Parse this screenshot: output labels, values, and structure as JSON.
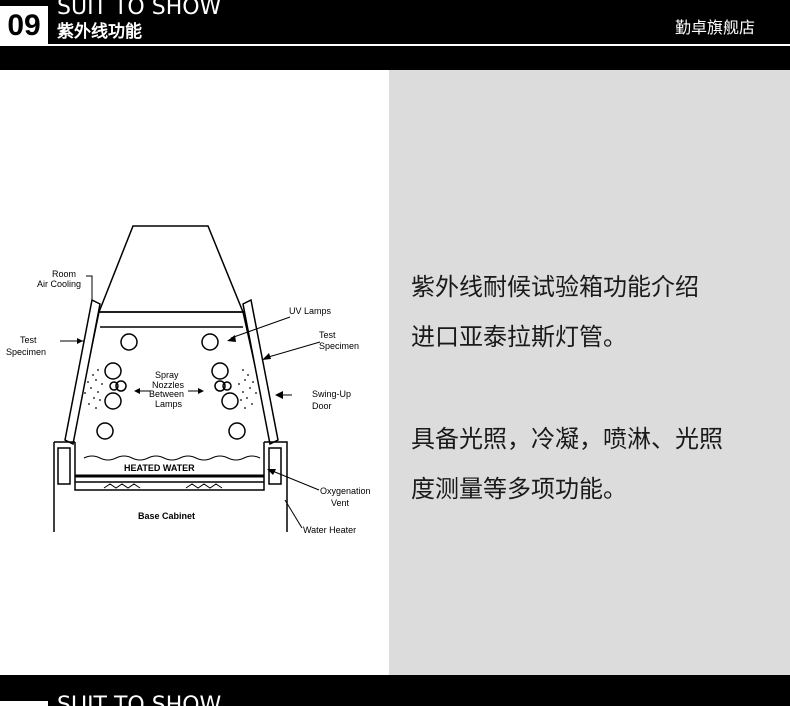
{
  "header": {
    "number": "09",
    "title_en": "SUIT TO SHOW",
    "title_cn": "紫外线功能",
    "shop": "勤卓旗舰店"
  },
  "diagram": {
    "labels": {
      "room_air_cooling_1": "Room",
      "room_air_cooling_2": "Air Cooling",
      "uv_lamps": "UV Lamps",
      "test_specimen_left_1": "Test",
      "test_specimen_left_2": "Specimen",
      "test_specimen_right_1": "Test",
      "test_specimen_right_2": "Specimen",
      "spray_1": "Spray",
      "spray_2": "Nozzles",
      "spray_3": "Between",
      "spray_4": "Lamps",
      "swing_up_1": "Swing-Up",
      "swing_up_2": "Door",
      "heated_water": "HEATED WATER",
      "oxygenation_1": "Oxygenation",
      "oxygenation_2": "Vent",
      "base_cabinet": "Base Cabinet",
      "water_heater": "Water Heater"
    }
  },
  "description": {
    "p1_line1": "紫外线耐候试验箱功能介绍",
    "p1_line2": "进口亚泰拉斯灯管。",
    "p2_line1": "具备光照，冷凝，喷淋、光照",
    "p2_line2": "度测量等多项功能。"
  },
  "footer": {
    "title_en": "SUIT TO SHOW"
  }
}
